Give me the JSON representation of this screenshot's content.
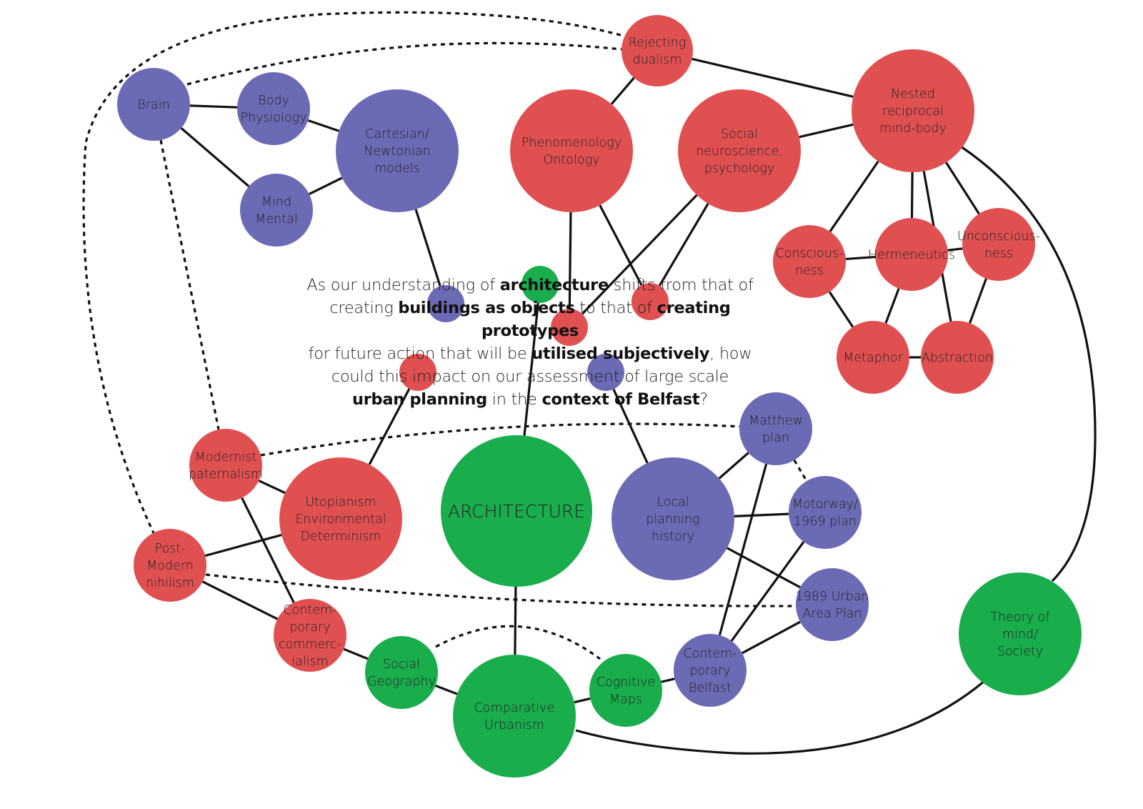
{
  "colors": {
    "blue": "#6b6bb5",
    "red": "#e05050",
    "green": "#19ad4c",
    "line": "#111111"
  },
  "question": {
    "lines": [
      [
        {
          "t": "As our understanding of "
        },
        {
          "t": "architecture",
          "hl": true
        },
        {
          "t": " shifts from that of"
        }
      ],
      [
        {
          "t": "creating "
        },
        {
          "t": "buildings as objects",
          "hl": true
        },
        {
          "t": " to that of "
        },
        {
          "t": "creating prototypes",
          "hl": true
        }
      ],
      [
        {
          "t": "for future action that will be "
        },
        {
          "t": "utilised subjectively",
          "hl": true
        },
        {
          "t": ", how"
        }
      ],
      [
        {
          "t": "could this impact on our assessment of large scale"
        }
      ],
      [
        {
          "t": "urban planning",
          "hl": true
        },
        {
          "t": " in the "
        },
        {
          "t": "context of Belfast",
          "hl": true
        },
        {
          "t": "?"
        }
      ]
    ]
  },
  "nodes": [
    {
      "id": "brain",
      "label": [
        "Brain"
      ],
      "color": "blue"
    },
    {
      "id": "body-physiology",
      "label": [
        "Body",
        "Physiology"
      ],
      "color": "blue"
    },
    {
      "id": "mind-mental",
      "label": [
        "Mind",
        "Mental"
      ],
      "color": "blue"
    },
    {
      "id": "cartesian",
      "label": [
        "Cartesian/",
        "Newtonian",
        "models"
      ],
      "color": "blue"
    },
    {
      "id": "rejecting-dualism",
      "label": [
        "Rejecting",
        "dualism"
      ],
      "color": "red"
    },
    {
      "id": "phenomenology",
      "label": [
        "Phenomenology",
        "Ontology"
      ],
      "color": "red"
    },
    {
      "id": "social-neuro",
      "label": [
        "Social",
        "neuroscience,",
        "psychology"
      ],
      "color": "red"
    },
    {
      "id": "nested",
      "label": [
        "Nested",
        "reciprocal",
        "mind-body"
      ],
      "color": "red"
    },
    {
      "id": "consciousness",
      "label": [
        "Conscious-",
        "ness"
      ],
      "color": "red"
    },
    {
      "id": "hermeneutics",
      "label": [
        "Hermeneutics"
      ],
      "color": "red"
    },
    {
      "id": "unconsciousness",
      "label": [
        "Unconscious-",
        "ness"
      ],
      "color": "red"
    },
    {
      "id": "metaphor",
      "label": [
        "Metaphor"
      ],
      "color": "red"
    },
    {
      "id": "abstraction",
      "label": [
        "Abstraction"
      ],
      "color": "red"
    },
    {
      "id": "q-architecture",
      "label": [],
      "color": "green"
    },
    {
      "id": "q-buildings",
      "label": [],
      "color": "blue"
    },
    {
      "id": "q-prototypes",
      "label": [],
      "color": "red"
    },
    {
      "id": "q-utilised",
      "label": [],
      "color": "red"
    },
    {
      "id": "q-urban",
      "label": [],
      "color": "red"
    },
    {
      "id": "q-context",
      "label": [],
      "color": "blue"
    },
    {
      "id": "modernist",
      "label": [
        "Modernist",
        "paternalism"
      ],
      "color": "red"
    },
    {
      "id": "utopianism",
      "label": [
        "Utopianism",
        "Environmental",
        "Determinism"
      ],
      "color": "red"
    },
    {
      "id": "postmodern",
      "label": [
        "Post-",
        "Modern",
        "nihilism"
      ],
      "color": "red"
    },
    {
      "id": "commercialism",
      "label": [
        "Contem-",
        "porary",
        "commerc-",
        "ialism"
      ],
      "color": "red"
    },
    {
      "id": "architecture",
      "label": [
        "ARCHITECTURE"
      ],
      "color": "green",
      "big": true
    },
    {
      "id": "local-planning",
      "label": [
        "Local",
        "planning",
        "history"
      ],
      "color": "blue"
    },
    {
      "id": "matthew",
      "label": [
        "Matthew",
        "plan"
      ],
      "color": "blue"
    },
    {
      "id": "motorway",
      "label": [
        "Motorway/",
        "1969 plan"
      ],
      "color": "blue"
    },
    {
      "id": "urban-1989",
      "label": [
        "1989 Urban",
        "Area Plan"
      ],
      "color": "blue"
    },
    {
      "id": "contemporary-belfast",
      "label": [
        "Contem-",
        "porary",
        "Belfast"
      ],
      "color": "blue"
    },
    {
      "id": "social-geography",
      "label": [
        "Social",
        "Geography"
      ],
      "color": "green"
    },
    {
      "id": "comparative-urbanism",
      "label": [
        "Comparative",
        "Urbanism"
      ],
      "color": "green"
    },
    {
      "id": "cognitive-maps",
      "label": [
        "Cognitive",
        "Maps"
      ],
      "color": "green"
    },
    {
      "id": "theory-of-mind",
      "label": [
        "Theory of",
        "mind/",
        "Society"
      ],
      "color": "green"
    }
  ],
  "edges": [
    {
      "from": "brain",
      "to": "body-physiology",
      "style": "solid"
    },
    {
      "from": "brain",
      "to": "mind-mental",
      "style": "solid"
    },
    {
      "from": "body-physiology",
      "to": "cartesian",
      "style": "solid"
    },
    {
      "from": "mind-mental",
      "to": "cartesian",
      "style": "solid"
    },
    {
      "from": "cartesian",
      "to": "q-buildings",
      "style": "solid"
    },
    {
      "from": "rejecting-dualism",
      "to": "phenomenology",
      "style": "solid"
    },
    {
      "from": "rejecting-dualism",
      "to": "nested",
      "style": "solid"
    },
    {
      "from": "social-neuro",
      "to": "nested",
      "style": "solid"
    },
    {
      "from": "phenomenology",
      "to": "q-utilised",
      "style": "solid"
    },
    {
      "from": "phenomenology",
      "to": "q-prototypes",
      "style": "solid"
    },
    {
      "from": "social-neuro",
      "to": "q-utilised",
      "style": "solid"
    },
    {
      "from": "social-neuro",
      "to": "q-prototypes",
      "style": "solid"
    },
    {
      "from": "nested",
      "to": "consciousness",
      "style": "solid"
    },
    {
      "from": "nested",
      "to": "hermeneutics",
      "style": "solid"
    },
    {
      "from": "nested",
      "to": "unconsciousness",
      "style": "solid"
    },
    {
      "from": "nested",
      "to": "abstraction",
      "style": "solid"
    },
    {
      "from": "consciousness",
      "to": "hermeneutics",
      "style": "solid"
    },
    {
      "from": "hermeneutics",
      "to": "unconsciousness",
      "style": "solid"
    },
    {
      "from": "consciousness",
      "to": "metaphor",
      "style": "solid"
    },
    {
      "from": "hermeneutics",
      "to": "metaphor",
      "style": "solid"
    },
    {
      "from": "unconsciousness",
      "to": "abstraction",
      "style": "solid"
    },
    {
      "from": "metaphor",
      "to": "abstraction",
      "style": "solid"
    },
    {
      "from": "q-architecture",
      "to": "architecture",
      "style": "solid"
    },
    {
      "from": "q-urban",
      "to": "utopianism",
      "style": "solid"
    },
    {
      "from": "q-context",
      "to": "local-planning",
      "style": "solid"
    },
    {
      "from": "modernist",
      "to": "utopianism",
      "style": "solid"
    },
    {
      "from": "modernist",
      "to": "commercialism",
      "style": "solid"
    },
    {
      "from": "postmodern",
      "to": "utopianism",
      "style": "solid"
    },
    {
      "from": "postmodern",
      "to": "commercialism",
      "style": "solid"
    },
    {
      "from": "commercialism",
      "to": "social-geography",
      "style": "solid"
    },
    {
      "from": "social-geography",
      "to": "comparative-urbanism",
      "style": "solid"
    },
    {
      "from": "comparative-urbanism",
      "to": "cognitive-maps",
      "style": "solid"
    },
    {
      "from": "architecture",
      "to": "comparative-urbanism",
      "style": "solid"
    },
    {
      "from": "cognitive-maps",
      "to": "contemporary-belfast",
      "style": "solid"
    },
    {
      "from": "local-planning",
      "to": "matthew",
      "style": "solid"
    },
    {
      "from": "local-planning",
      "to": "motorway",
      "style": "solid"
    },
    {
      "from": "local-planning",
      "to": "urban-1989",
      "style": "solid"
    },
    {
      "from": "matthew",
      "to": "contemporary-belfast",
      "style": "solid"
    },
    {
      "from": "motorway",
      "to": "contemporary-belfast",
      "style": "solid"
    },
    {
      "from": "urban-1989",
      "to": "contemporary-belfast",
      "style": "solid"
    },
    {
      "from": "brain",
      "to": "modernist",
      "style": "dashed"
    },
    {
      "from": "matthew",
      "to": "motorway",
      "style": "dashed"
    },
    {
      "from": "brain",
      "to": "rejecting-dualism",
      "style": "dashed",
      "curve": "brain-dualism"
    },
    {
      "from": "postmodern",
      "to": "rejecting-dualism",
      "style": "dashed",
      "curve": "outer-loop"
    },
    {
      "from": "modernist",
      "to": "matthew",
      "style": "dashed",
      "curve": "modernist-matthew"
    },
    {
      "from": "postmodern",
      "to": "urban-1989",
      "style": "dashed",
      "curve": "postmodern-1989"
    },
    {
      "from": "social-geography",
      "to": "cognitive-maps",
      "style": "dashed",
      "curve": "geo-cognitive"
    },
    {
      "from": "nested",
      "to": "theory-of-mind",
      "style": "solid",
      "curve": "nested-theory"
    },
    {
      "from": "theory-of-mind",
      "to": "comparative-urbanism",
      "style": "solid",
      "curve": "theory-comparative"
    }
  ]
}
